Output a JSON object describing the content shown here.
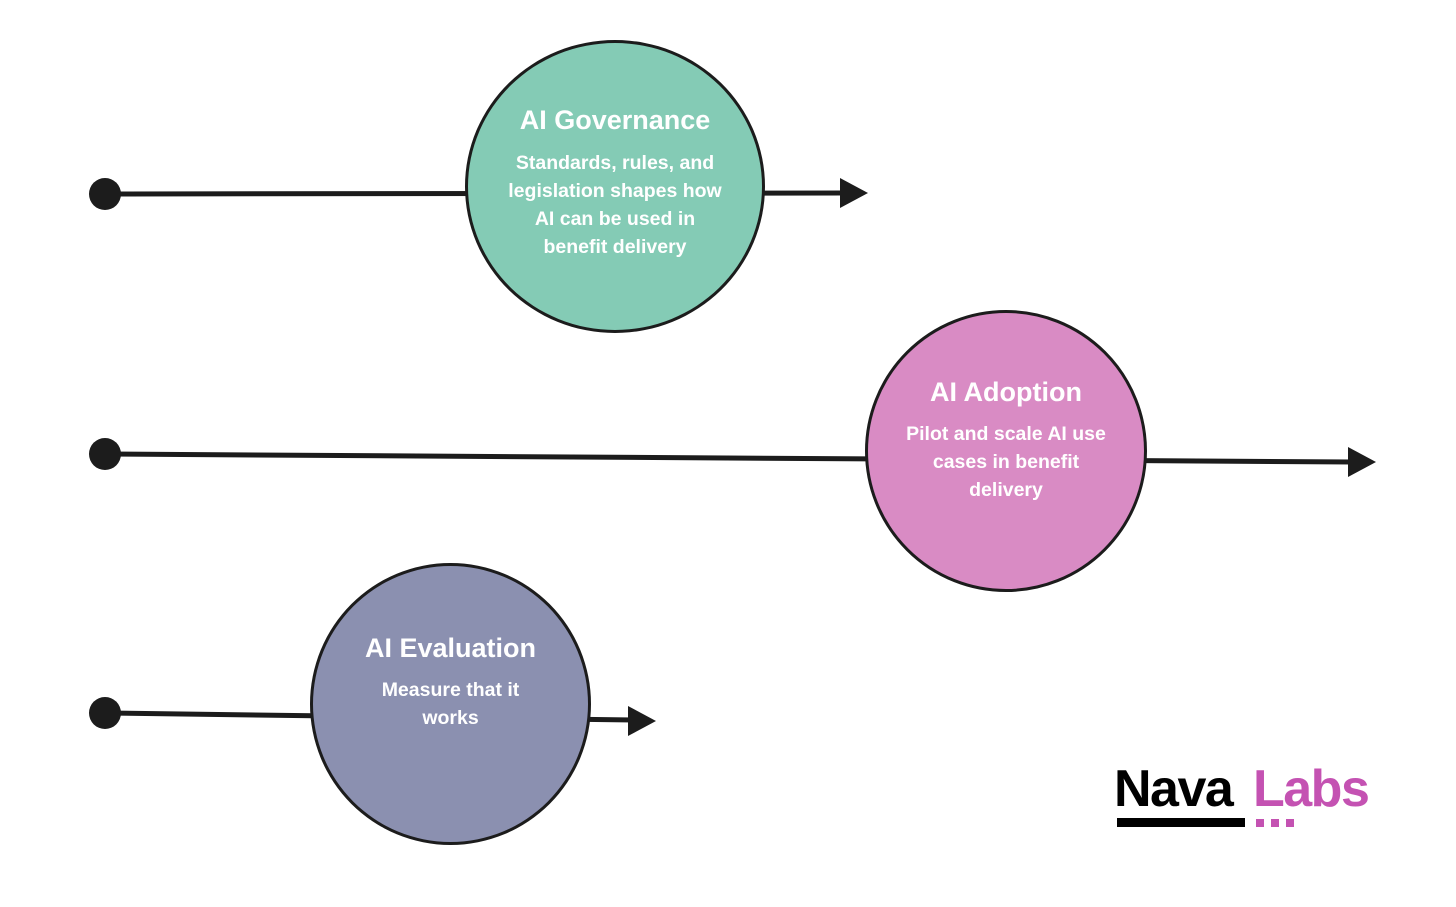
{
  "colors": {
    "line": "#1c1c1c",
    "governance": "#84cbb5",
    "adoption": "#d98bc4",
    "evaluation": "#8b90b0",
    "brand_black": "#000000",
    "brand_magenta": "#c452b2"
  },
  "tracks": [
    {
      "title": "AI Governance",
      "description": "Standards, rules, and legislation shapes how AI can be used in benefit delivery"
    },
    {
      "title": "AI Adoption",
      "description": "Pilot and scale AI use cases in benefit delivery"
    },
    {
      "title": "AI Evaluation",
      "description": "Measure that it works"
    }
  ],
  "logo": {
    "text_primary": "Nava",
    "text_secondary": "Labs"
  }
}
